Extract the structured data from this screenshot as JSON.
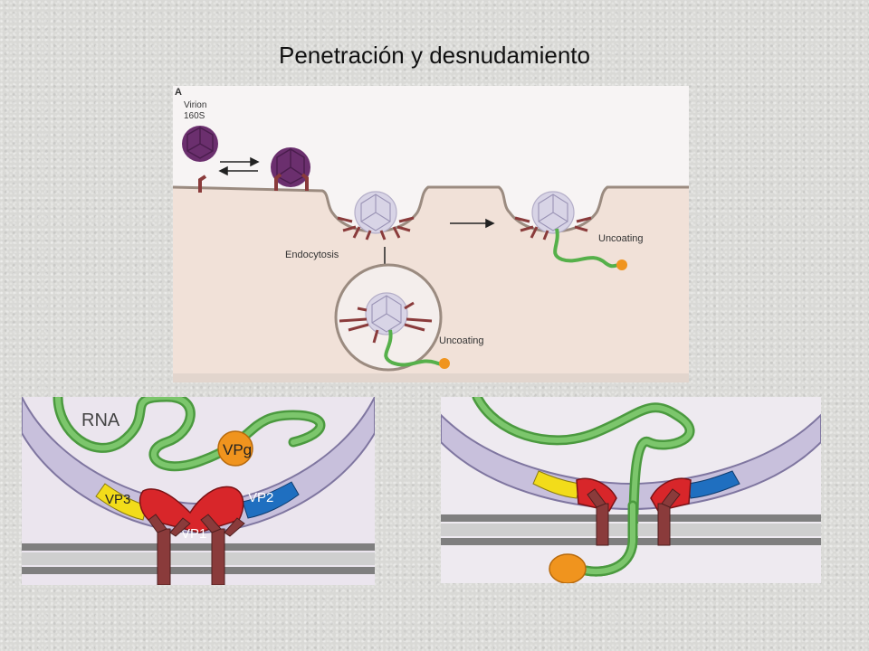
{
  "slide": {
    "title": "Penetración y desnudamiento"
  },
  "top_panel": {
    "letter": "A",
    "virion_label_line1": "Virion",
    "virion_label_line2": "160S",
    "endocytosis_label": "Endocytosis",
    "uncoating_label_right": "Uncoating",
    "uncoating_label_bottom": "Uncoating"
  },
  "bottom_left_panel": {
    "rna_label": "RNA",
    "vpg_label": "VPg",
    "vp3_label": "VP3",
    "vp2_label": "VP2",
    "vp1_label": "VP1"
  },
  "colors": {
    "capsid_purple": "#6b2f6e",
    "receptor_brown": "#8a3b3b",
    "rna_green": "#56b04a",
    "vpg_orange": "#f0941e",
    "vp3_yellow": "#f2dc1a",
    "vp2_blue": "#1f6fc0",
    "vp1_red": "#d8262a",
    "cytoplasm": "#f1e1d8",
    "capsid_shell": "#d8d4e6"
  }
}
